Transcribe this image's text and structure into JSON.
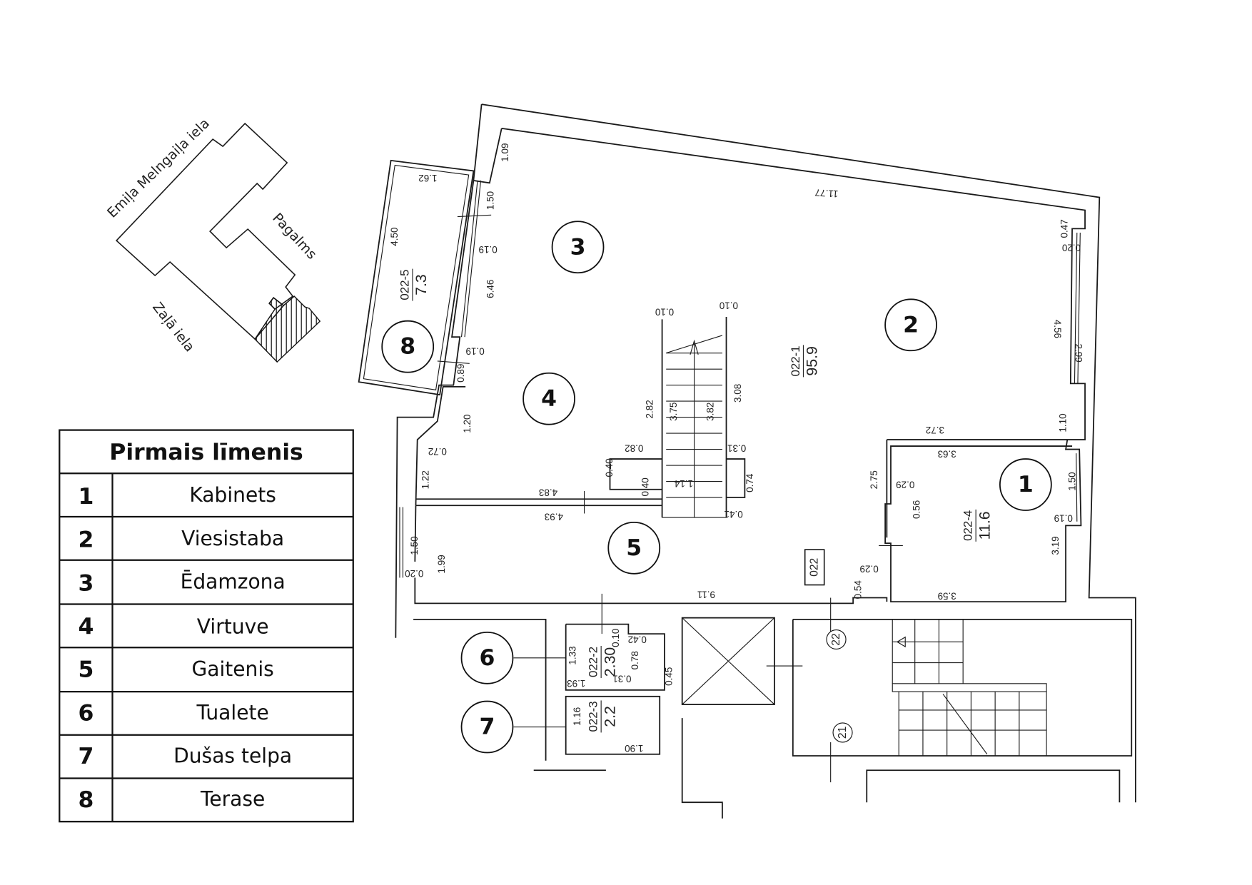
{
  "locator": {
    "streets": [
      "Emiļa Melngaiļa iela",
      "Pagalms",
      "Zaļā iela"
    ]
  },
  "legend": {
    "title": "Pirmais līmenis",
    "rows": [
      {
        "num": "1",
        "name": "Kabinets"
      },
      {
        "num": "2",
        "name": "Viesistaba"
      },
      {
        "num": "3",
        "name": "Ēdamzona"
      },
      {
        "num": "4",
        "name": "Virtuve"
      },
      {
        "num": "5",
        "name": "Gaitenis"
      },
      {
        "num": "6",
        "name": "Tualete"
      },
      {
        "num": "7",
        "name": "Dušas telpa"
      },
      {
        "num": "8",
        "name": "Terase"
      }
    ]
  },
  "rooms": {
    "markers": [
      "1",
      "2",
      "3",
      "4",
      "5",
      "6",
      "7",
      "8"
    ],
    "codes": [
      {
        "code": "022-1",
        "area": "95.9"
      },
      {
        "code": "022-5",
        "area": "7.3"
      },
      {
        "code": "022-4",
        "area": "11.6"
      },
      {
        "code": "022-2",
        "area": "2.30"
      },
      {
        "code": "022-3",
        "area": "2.2"
      }
    ],
    "unit_label": "022",
    "stair_marks": [
      "22",
      "21"
    ]
  },
  "dims": [
    "1.09",
    "1.62",
    "11.77",
    "1.50",
    "4.50",
    "0.19",
    "6.46",
    "0.19",
    "0.89",
    "1.20",
    "0.72",
    "1.22",
    "4.83",
    "4.93",
    "1.50",
    "1.99",
    "0.20",
    "0.10",
    "0.10",
    "2.82",
    "3.75",
    "3.82",
    "3.08",
    "0.82",
    "0.31",
    "0.40",
    "0.40",
    "1.14",
    "0.74",
    "0.41",
    "0.47",
    "0.20",
    "4.56",
    "2.99",
    "1.10",
    "3.72",
    "3.63",
    "2.75",
    "0.29",
    "0.56",
    "1.50",
    "0.19",
    "3.19",
    "0.29",
    "0.54",
    "9.11",
    "3.59",
    "1.33",
    "0.10",
    "0.42",
    "0.78",
    "0.31",
    "0.45",
    "1.93",
    "1.16",
    "1.90"
  ]
}
